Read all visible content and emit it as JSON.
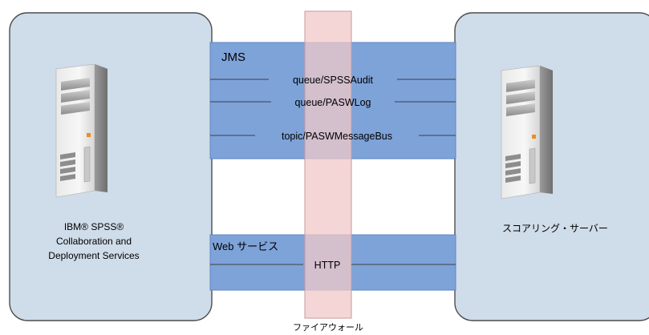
{
  "left_server": {
    "label_lines": [
      "IBM® SPSS®",
      "Collaboration and",
      "Deployment Services"
    ]
  },
  "right_server": {
    "label": "スコアリング・サーバー"
  },
  "jms": {
    "title": "JMS",
    "channels": [
      "queue/SPSSAudit",
      "queue/PASWLog",
      "topic/PASWMessageBus"
    ]
  },
  "web": {
    "title": "Web サービス",
    "channel": "HTTP"
  },
  "firewall": {
    "label": "ファイアウォール"
  },
  "colors": {
    "panel_fill": "#cfdce9",
    "panel_stroke": "#4d4d4d",
    "band_fill": "#7ea3d9",
    "band_stroke": "#5f86c3",
    "firewall_fill": "#f2c8c8",
    "firewall_stroke": "#c99a9a"
  }
}
